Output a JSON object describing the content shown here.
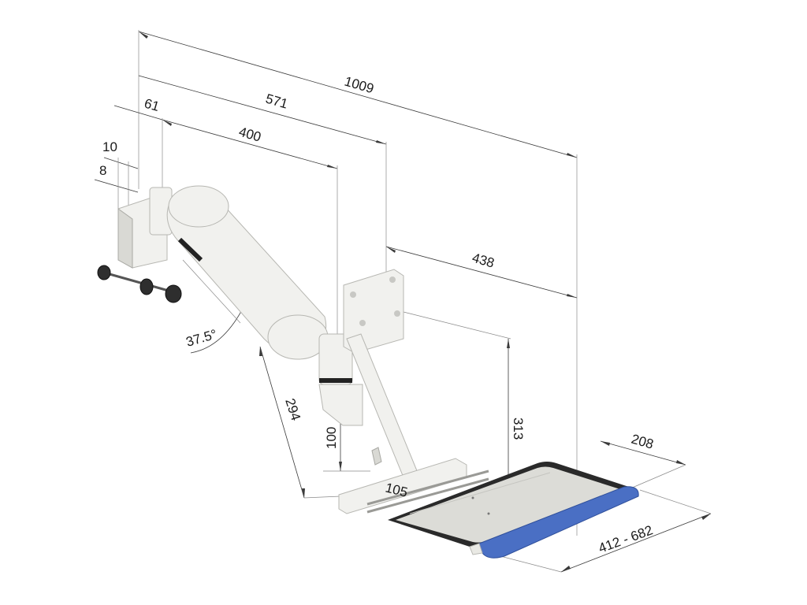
{
  "diagram": {
    "dimensions": {
      "d1009": "1009",
      "d571": "571",
      "d61": "61",
      "d400": "400",
      "d10": "10",
      "d8": "8",
      "d438": "438",
      "d37_5": "37.5°",
      "d294": "294",
      "d100": "100",
      "d313": "313",
      "d105": "105",
      "d208": "208",
      "d412_682": "412 - 682"
    },
    "colors": {
      "wrist_rest": "#4a6fc4",
      "tray_frame": "#2a2a2a",
      "tray_surface": "#dcdcd7",
      "arm_body": "#f1f1ee",
      "knobs": "#2e2e2e"
    }
  }
}
